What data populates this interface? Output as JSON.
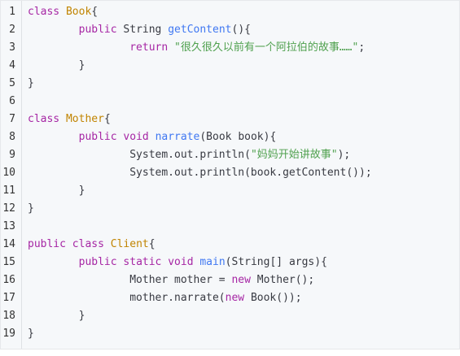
{
  "code": {
    "lines": [
      {
        "n": "1",
        "tokens": [
          {
            "t": "kw",
            "v": "class"
          },
          {
            "t": "plain",
            "v": " "
          },
          {
            "t": "cls",
            "v": "Book"
          },
          {
            "t": "plain",
            "v": "{"
          }
        ]
      },
      {
        "n": "2",
        "tokens": [
          {
            "t": "plain",
            "v": "        "
          },
          {
            "t": "kw",
            "v": "public"
          },
          {
            "t": "plain",
            "v": " String "
          },
          {
            "t": "fn",
            "v": "getContent"
          },
          {
            "t": "plain",
            "v": "(){"
          }
        ]
      },
      {
        "n": "3",
        "tokens": [
          {
            "t": "plain",
            "v": "                "
          },
          {
            "t": "kw",
            "v": "return"
          },
          {
            "t": "plain",
            "v": " "
          },
          {
            "t": "str",
            "v": "\"很久很久以前有一个阿拉伯的故事……\""
          },
          {
            "t": "plain",
            "v": ";"
          }
        ]
      },
      {
        "n": "4",
        "tokens": [
          {
            "t": "plain",
            "v": "        }"
          }
        ]
      },
      {
        "n": "5",
        "tokens": [
          {
            "t": "plain",
            "v": "}"
          }
        ]
      },
      {
        "n": "6",
        "tokens": []
      },
      {
        "n": "7",
        "tokens": [
          {
            "t": "kw",
            "v": "class"
          },
          {
            "t": "plain",
            "v": " "
          },
          {
            "t": "cls",
            "v": "Mother"
          },
          {
            "t": "plain",
            "v": "{"
          }
        ]
      },
      {
        "n": "8",
        "tokens": [
          {
            "t": "plain",
            "v": "        "
          },
          {
            "t": "kw",
            "v": "public"
          },
          {
            "t": "plain",
            "v": " "
          },
          {
            "t": "kw",
            "v": "void"
          },
          {
            "t": "plain",
            "v": " "
          },
          {
            "t": "fn",
            "v": "narrate"
          },
          {
            "t": "plain",
            "v": "(Book book){"
          }
        ]
      },
      {
        "n": "9",
        "tokens": [
          {
            "t": "plain",
            "v": "                System.out.println("
          },
          {
            "t": "str",
            "v": "\"妈妈开始讲故事\""
          },
          {
            "t": "plain",
            "v": ");"
          }
        ]
      },
      {
        "n": "10",
        "tokens": [
          {
            "t": "plain",
            "v": "                System.out.println(book.getContent());"
          }
        ]
      },
      {
        "n": "11",
        "tokens": [
          {
            "t": "plain",
            "v": "        }"
          }
        ]
      },
      {
        "n": "12",
        "tokens": [
          {
            "t": "plain",
            "v": "}"
          }
        ]
      },
      {
        "n": "13",
        "tokens": []
      },
      {
        "n": "14",
        "tokens": [
          {
            "t": "kw",
            "v": "public"
          },
          {
            "t": "plain",
            "v": " "
          },
          {
            "t": "kw",
            "v": "class"
          },
          {
            "t": "plain",
            "v": " "
          },
          {
            "t": "cls",
            "v": "Client"
          },
          {
            "t": "plain",
            "v": "{"
          }
        ]
      },
      {
        "n": "15",
        "tokens": [
          {
            "t": "plain",
            "v": "        "
          },
          {
            "t": "kw",
            "v": "public"
          },
          {
            "t": "plain",
            "v": " "
          },
          {
            "t": "kw",
            "v": "static"
          },
          {
            "t": "plain",
            "v": " "
          },
          {
            "t": "kw",
            "v": "void"
          },
          {
            "t": "plain",
            "v": " "
          },
          {
            "t": "fn",
            "v": "main"
          },
          {
            "t": "plain",
            "v": "(String[] args){"
          }
        ]
      },
      {
        "n": "16",
        "tokens": [
          {
            "t": "plain",
            "v": "                Mother mother = "
          },
          {
            "t": "kw",
            "v": "new"
          },
          {
            "t": "plain",
            "v": " Mother();"
          }
        ]
      },
      {
        "n": "17",
        "tokens": [
          {
            "t": "plain",
            "v": "                mother.narrate("
          },
          {
            "t": "kw",
            "v": "new"
          },
          {
            "t": "plain",
            "v": " Book());"
          }
        ]
      },
      {
        "n": "18",
        "tokens": [
          {
            "t": "plain",
            "v": "        }"
          }
        ]
      },
      {
        "n": "19",
        "tokens": [
          {
            "t": "plain",
            "v": "}"
          }
        ]
      }
    ]
  }
}
